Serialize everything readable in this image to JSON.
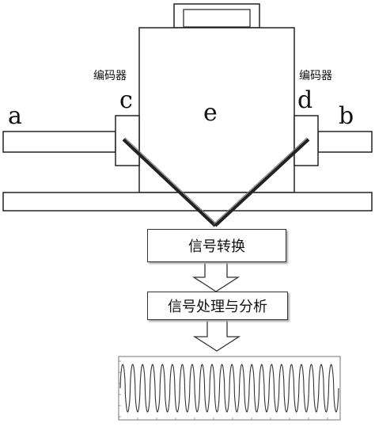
{
  "labels": {
    "a": "a",
    "b": "b",
    "c": "c",
    "d": "d",
    "e": "e",
    "encoder_left": "编码器",
    "encoder_right": "编码器"
  },
  "flow": {
    "step1": "信号转换",
    "step2": "信号处理与分析"
  }
}
